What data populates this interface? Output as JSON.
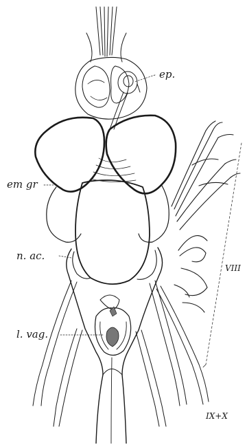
{
  "labels": {
    "ep": "ep.",
    "em_gr": "em gr",
    "n_ac": "n. ac.",
    "l_vag": "l. vag.",
    "viii": "VIII",
    "ix_x": "IX+X"
  },
  "colors": {
    "ink": "#1a1a1a",
    "paper": "#ffffff",
    "stipple": "#777777"
  }
}
